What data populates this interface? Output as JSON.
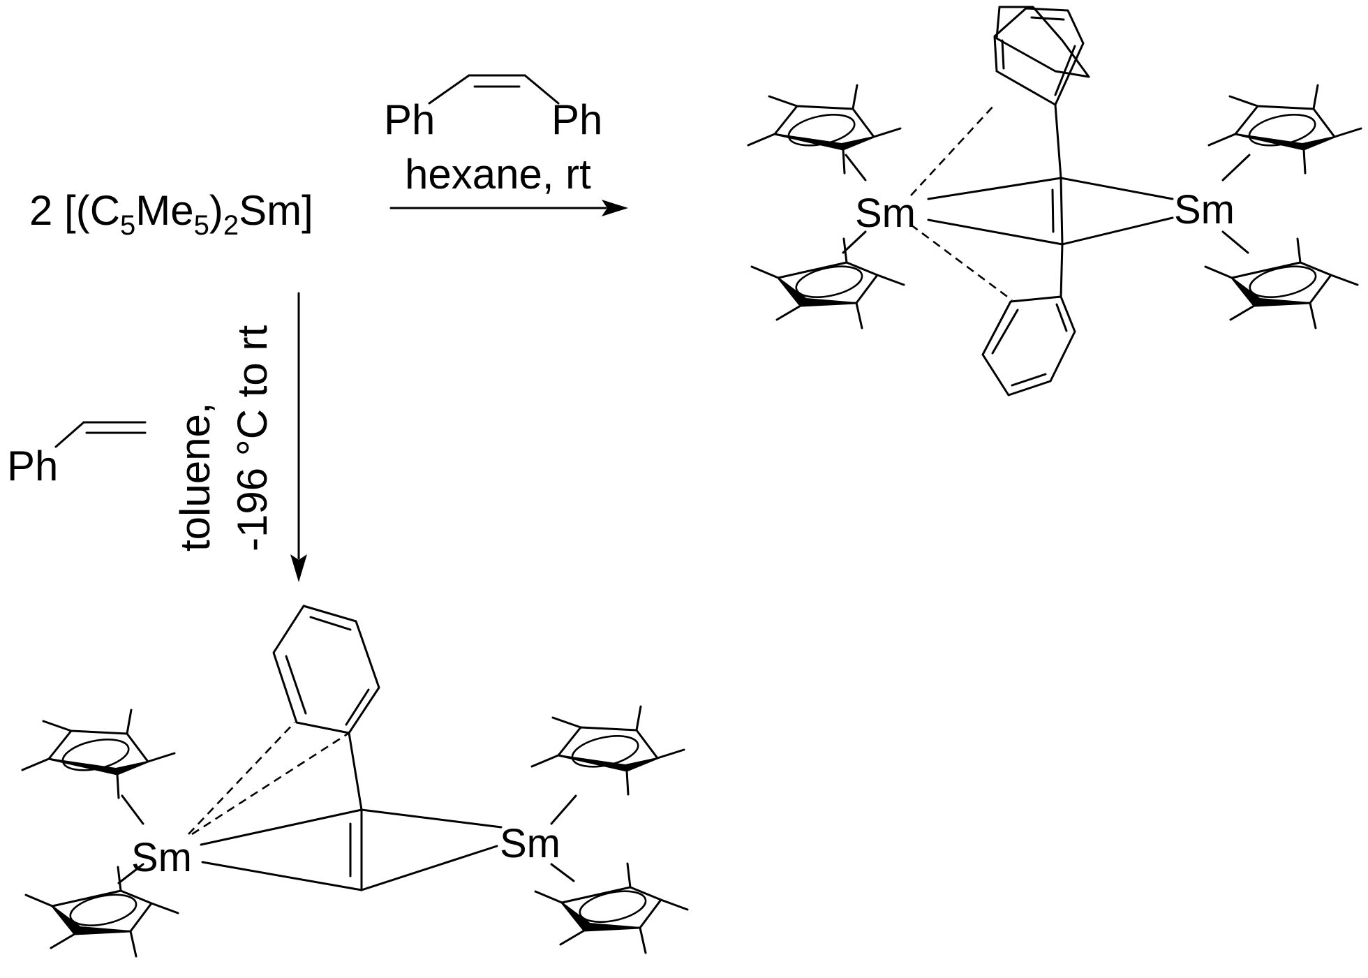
{
  "reactant": {
    "coefficient": "2",
    "open": "[(C",
    "sub1": "5",
    "me": "Me",
    "sub2": "5",
    "close": ")",
    "sub3": "2",
    "tail": "Sm]"
  },
  "reagents": {
    "stilbene": {
      "ph_left": "Ph",
      "ph_right": "Ph"
    },
    "styrene": {
      "ph": "Ph"
    }
  },
  "conditions": {
    "horizontal": "hexane, rt",
    "vertical_line1": "toluene,",
    "vertical_line2": "-196 °C to rt"
  },
  "products": {
    "top": {
      "sm_left": "Sm",
      "sm_right": "Sm"
    },
    "bottom": {
      "sm_left": "Sm",
      "sm_right": "Sm"
    }
  }
}
